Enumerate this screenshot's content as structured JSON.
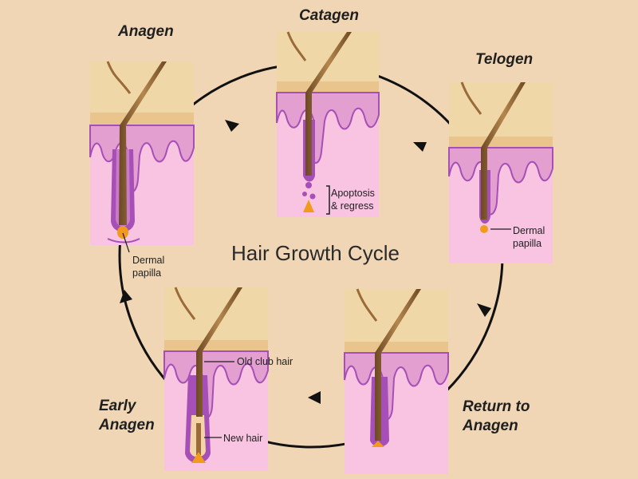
{
  "title": "Hair Growth Cycle",
  "stages": {
    "anagen": "Anagen",
    "catagen": "Catagen",
    "telogen": "Telogen",
    "return_anagen_line1": "Return to",
    "return_anagen_line2": "Anagen",
    "early_anagen_line1": "Early",
    "early_anagen_line2": "Anagen"
  },
  "labels": {
    "dermal_papilla_line1": "Dermal",
    "dermal_papilla_line2": "papilla",
    "apoptosis_line1": "Apoptosis",
    "apoptosis_line2": "& regress",
    "old_club_hair": "Old club hair",
    "new_hair": "New hair"
  },
  "colors": {
    "background": "#f0d6b5",
    "skin_surface": "#f0d7a8",
    "dermis": "#f8c4e2",
    "epidermis": "#e39fd0",
    "follicle": "#a64fb6",
    "hair": "#9a6a38",
    "papilla": "#f29a1c"
  }
}
